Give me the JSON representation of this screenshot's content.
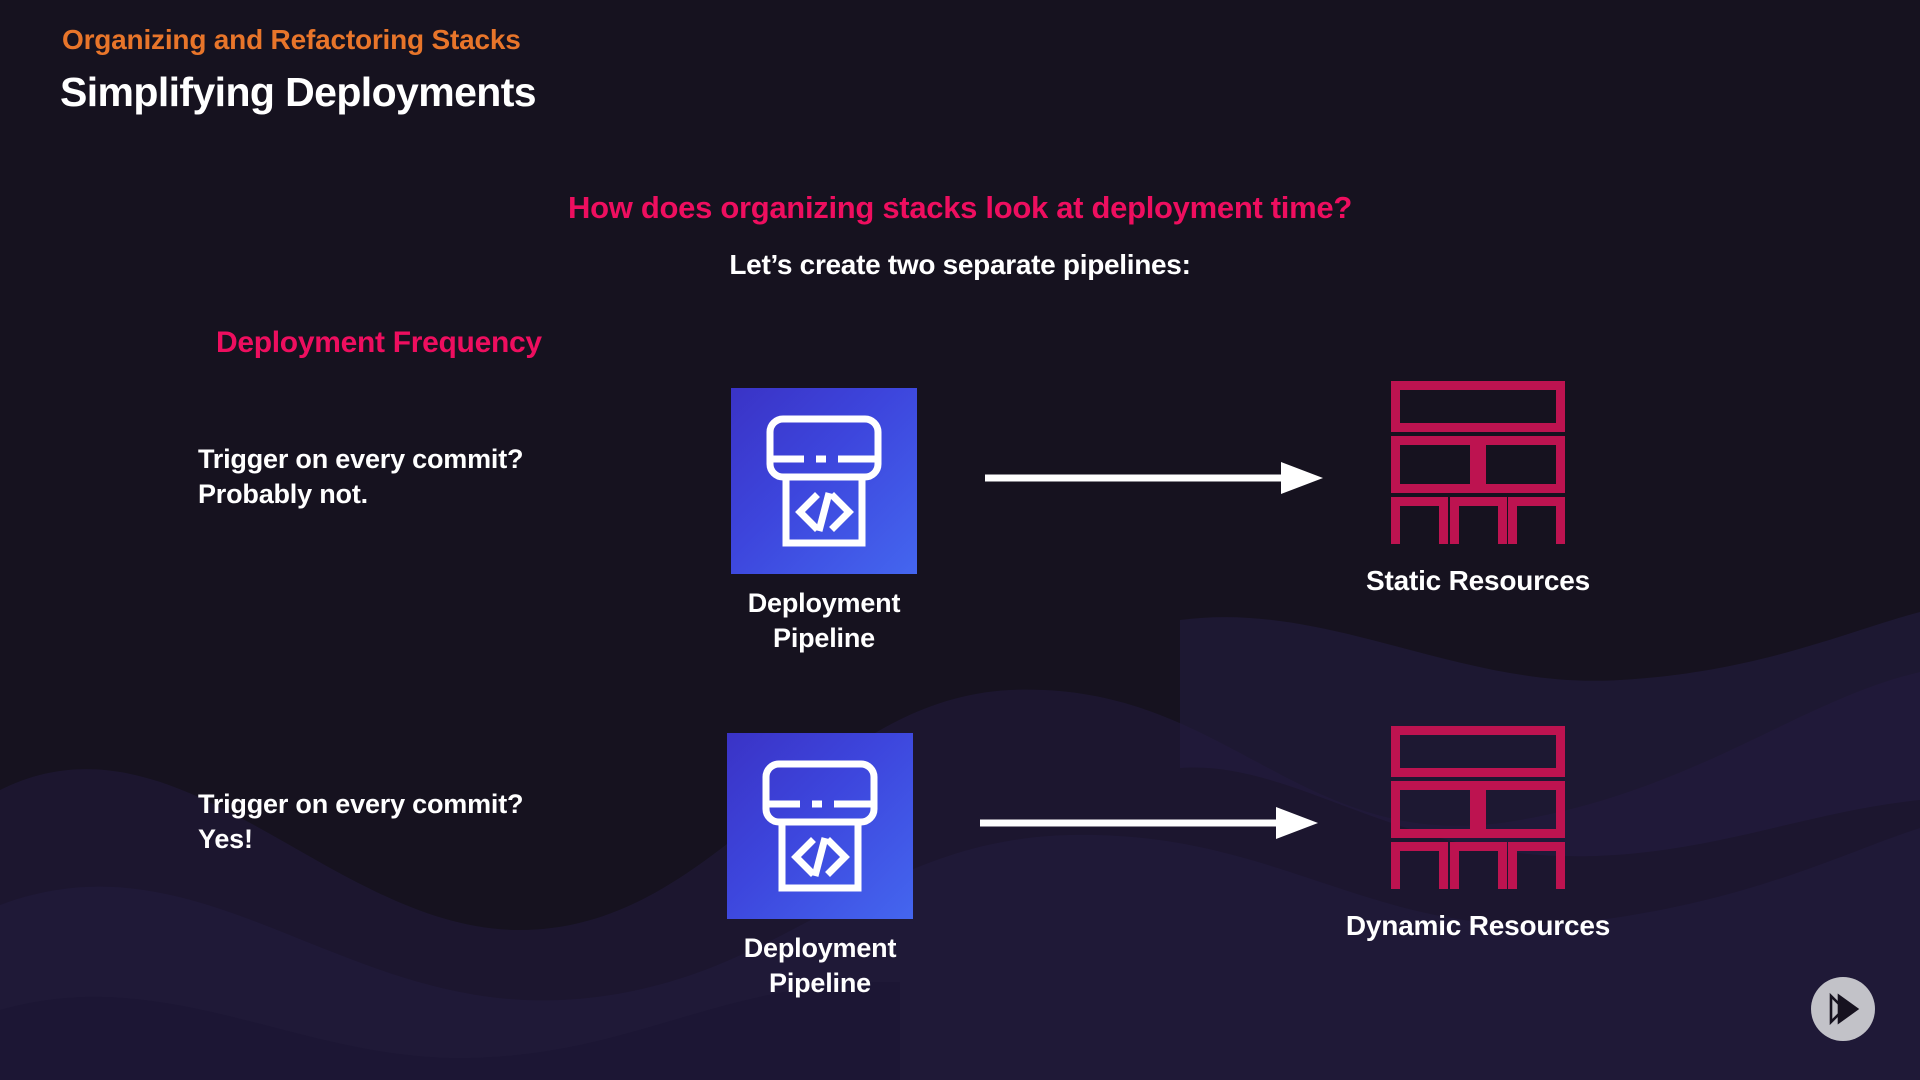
{
  "theme": {
    "background": "#16121f",
    "accent_orange": "#e8752a",
    "accent_pink": "#ee0e5f",
    "accent_crimson": "#bd1350",
    "text_white": "#ffffff",
    "pipeline_gradient_from": "#3a33c6",
    "pipeline_gradient_to": "#4466ef",
    "player_button_bg": "#c2c2c8"
  },
  "header": {
    "eyebrow": "Organizing and Refactoring Stacks",
    "title": "Simplifying Deployments"
  },
  "body": {
    "question": "How does organizing stacks look at deployment time?",
    "subhead": "Let’s create two separate pipelines:",
    "section_label": "Deployment Frequency"
  },
  "rows": [
    {
      "id": "static",
      "question": "Trigger on every commit?\nProbably not.",
      "pipeline_icon": "code-pipeline-icon",
      "pipeline_label": "Deployment\nPipeline",
      "arrow_icon": "arrow-right-icon",
      "resource_icon": "brick-stack-icon",
      "resource_label": "Static Resources"
    },
    {
      "id": "dynamic",
      "question": "Trigger on every commit?\nYes!",
      "pipeline_icon": "code-pipeline-icon",
      "pipeline_label": "Deployment\nPipeline",
      "arrow_icon": "arrow-right-icon",
      "resource_icon": "brick-stack-icon",
      "resource_label": "Dynamic Resources"
    }
  ],
  "controls": {
    "player_button_icon": "fast-forward-play-icon"
  }
}
